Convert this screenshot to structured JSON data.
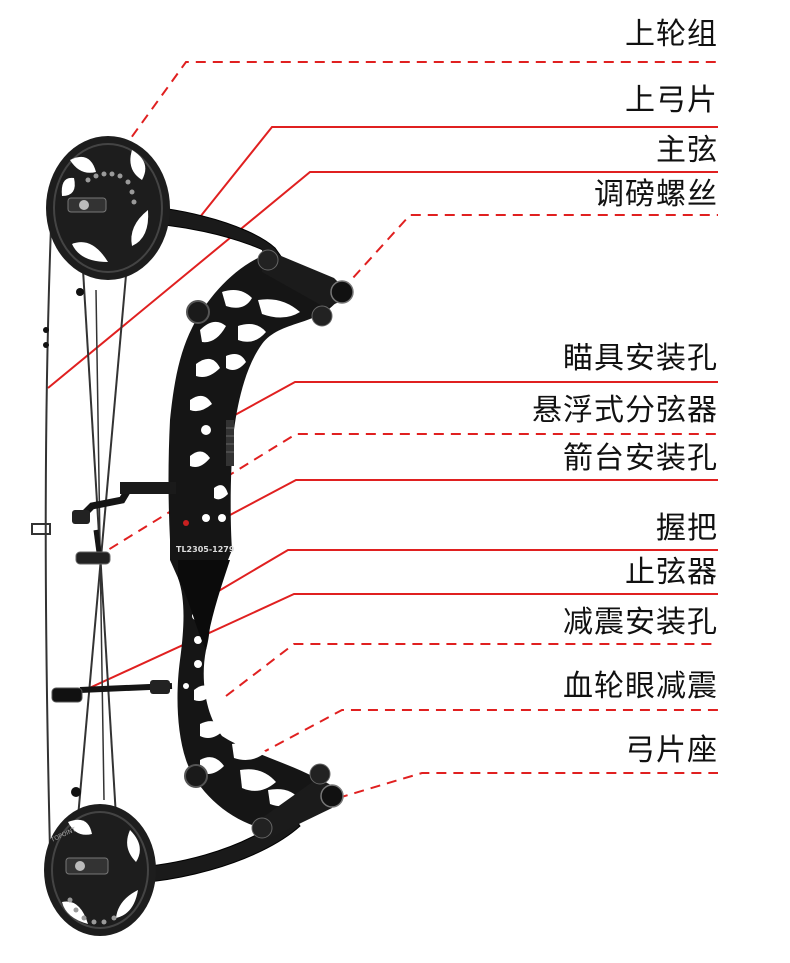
{
  "colors": {
    "leader_line": "#e02020",
    "bow_body": "#111111",
    "string": "#222222",
    "label_text": "#111111",
    "background": "#ffffff"
  },
  "riser_serial": "TL2305-1279",
  "cam_brand": "TOPOINT",
  "labels": [
    {
      "id": "upper-cam",
      "text": "上轮组",
      "line": "dashed"
    },
    {
      "id": "upper-limb",
      "text": "上弓片",
      "line": "solid"
    },
    {
      "id": "main-string",
      "text": "主弦",
      "line": "solid"
    },
    {
      "id": "tiller-bolt",
      "text": "调磅螺丝",
      "line": "dashed"
    },
    {
      "id": "sight-mount",
      "text": "瞄具安装孔",
      "line": "solid"
    },
    {
      "id": "floating-cable-guard",
      "text": "悬浮式分弦器",
      "line": "dashed"
    },
    {
      "id": "rest-mount",
      "text": "箭台安装孔",
      "line": "solid"
    },
    {
      "id": "grip",
      "text": "握把",
      "line": "solid"
    },
    {
      "id": "string-stop",
      "text": "止弦器",
      "line": "solid"
    },
    {
      "id": "stabilizer-mount",
      "text": "减震安装孔",
      "line": "solid"
    },
    {
      "id": "blood-wheel-damper",
      "text": "血轮眼减震",
      "line": "solid"
    },
    {
      "id": "limb-pocket",
      "text": "弓片座",
      "line": "dashed"
    }
  ]
}
